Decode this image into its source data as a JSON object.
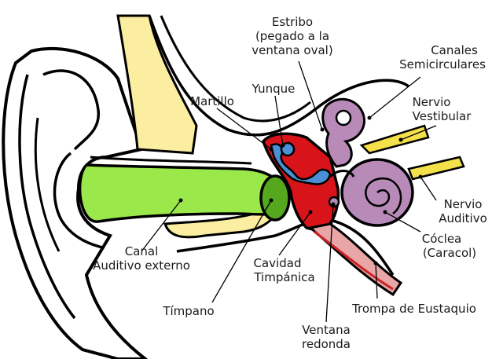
{
  "diagram": {
    "labels": {
      "estribo": [
        "Estribo",
        "(pegado a la",
        "ventana oval)"
      ],
      "canales": [
        "Canales",
        "Semicirculares"
      ],
      "yunque": [
        "Yunque"
      ],
      "martillo": [
        "Martillo"
      ],
      "nervio_vestibular": [
        "Nervio",
        "Vestibular"
      ],
      "nervio_auditivo": [
        "Nervio",
        "Auditivo"
      ],
      "coclea": [
        "Cóclea",
        "(Caracol)"
      ],
      "canal_auditivo": [
        "Canal",
        "Auditivo externo"
      ],
      "cavidad": [
        "Cavidad",
        "Timpánica"
      ],
      "timpano": [
        "Tímpano"
      ],
      "trompa": [
        "Trompa de Eustaquio"
      ],
      "ventana_redonda": [
        "Ventana",
        "redonda"
      ]
    },
    "colors": {
      "outline": "#000000",
      "yellow_bone": "#fbeea0",
      "canal_green": "#9be84a",
      "eardrum_green": "#55a81e",
      "middle_red": "#d8141a",
      "ossicle_blue": "#4b8fd6",
      "inner_purple": "#b88ab8",
      "nerve_yellow": "#f4e04a",
      "tube_pink": "#e8a6a6"
    }
  }
}
